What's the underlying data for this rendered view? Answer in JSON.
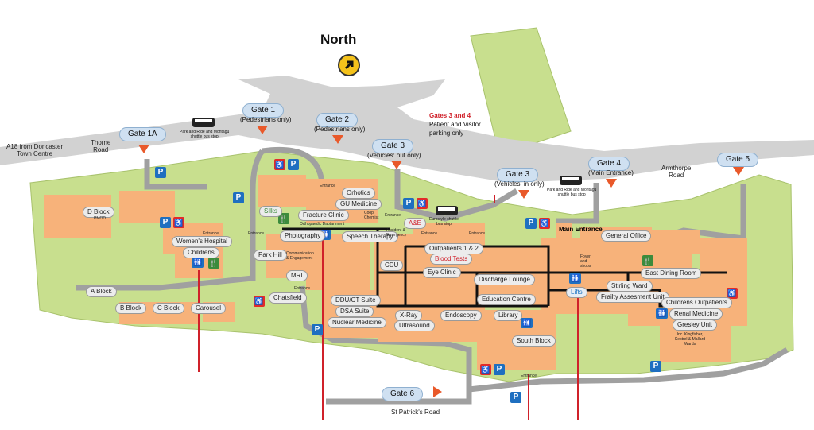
{
  "compass": {
    "label": "North",
    "icon": "north-arrow-icon"
  },
  "gates": {
    "gate_1a": {
      "label": "Gate 1A"
    },
    "gate_1": {
      "label": "Gate 1",
      "sub": "(Pedestrians only)"
    },
    "gate_2": {
      "label": "Gate 2",
      "sub": "(Pedestrians only)"
    },
    "gate_3_out": {
      "label": "Gate 3",
      "sub": "(Vehicles: out only)"
    },
    "gate_3_in": {
      "label": "Gate 3",
      "sub": "(Vehicles: in only)"
    },
    "gate_4": {
      "label": "Gate 4",
      "sub": "(Main Entrance)"
    },
    "gate_5": {
      "label": "Gate 5"
    },
    "gate_6": {
      "label": "Gate 6"
    }
  },
  "notice": {
    "heading": "Gates 3 and 4",
    "line1": "Patient and Visitor",
    "line2": "parking only"
  },
  "roads": {
    "a18": {
      "line1": "A18 from Doncaster",
      "line2": "Town Centre"
    },
    "thorne": {
      "line1": "Thorne",
      "line2": "Road"
    },
    "armthorpe": {
      "line1": "Armthorpe",
      "line2": "Road"
    },
    "st_patricks": "St Patrick's Road"
  },
  "bus_stops": {
    "park_ride_1": {
      "line1": "Park and Ride and Montagu",
      "line2": "shuttle bus stop"
    },
    "park_ride_4": {
      "line1": "Park and Ride and Montagu",
      "line2": "shuttle bus stop"
    },
    "euroxit": {
      "line1": "Eurostyle shuttle",
      "line2": "bus stop"
    }
  },
  "buildings": {
    "d_block": "D Block",
    "pmod": "PMOD",
    "womens_hospital": "Women's Hospital",
    "childrens": "Childrens",
    "a_block": "A Block",
    "b_block": "B Block",
    "c_block": "C Block",
    "carousel": "Carousel",
    "silks": "Silks",
    "orhotics": "Orhotics",
    "gu_medicine": "GU Medicine",
    "fracture_clinic": "Fracture Clinic",
    "orthopaedic_dept": "Orthopaedic Daptartment",
    "photography": "Photography",
    "speech_therapy": "Speech Therapy",
    "park_hill": "Park Hill",
    "comm_engagement": "Communication & Engagement",
    "mri": "MRI",
    "chatsfield": "Chatsfield",
    "coop_chemist": "Coop Chemist",
    "ae": "A&E",
    "accident_emergency": "Accident & Emergency",
    "outpatients": "Outpatients 1 & 2",
    "blood_tests": "Blood Tests",
    "cdu": "CDU",
    "eye_clinic": "Eye Clinic",
    "discharge_lounge": "Discharge Lounge",
    "education_centre": "Education Centre",
    "ddu_ct": "DDU/CT Suite",
    "dsa_suite": "DSA Suite",
    "nuclear_medicine": "Nuclear Medicine",
    "xray": "X-Ray",
    "ultrasound": "Ultrasound",
    "endoscopy": "Endoscopy",
    "library": "Library",
    "south_block": "South Block",
    "main_entrance": "Main Entrance",
    "foyer": "Foyer and shops",
    "general_office": "General Office",
    "east_dining": "East Dining Room",
    "lifts": "Lifts",
    "stirling_ward": "Stirling Ward",
    "frailty_unit": "Frailty Assesment Unit",
    "childrens_outpatients": "Childrens Outpatients",
    "renal_medicine": "Renal Medicine",
    "gresley_unit": "Gresley Unit",
    "kingfisher": "Inc. Kingfisher, Kestrel & Mallard Wards"
  },
  "entrance_label": "Entrance",
  "symbols": {
    "parking": "P",
    "disabled": "♿",
    "toilets": "🚻",
    "food": "🍴"
  },
  "colors": {
    "grounds": "#c8df8e",
    "building": "#f7b27a",
    "road": "#cfcfcf",
    "corridor": "#111111",
    "gate_marker": "#e9592a",
    "route": "#d0212a",
    "pill": "#ececec",
    "parking": "#1e6fc0",
    "disabled": "#e22a2a"
  }
}
